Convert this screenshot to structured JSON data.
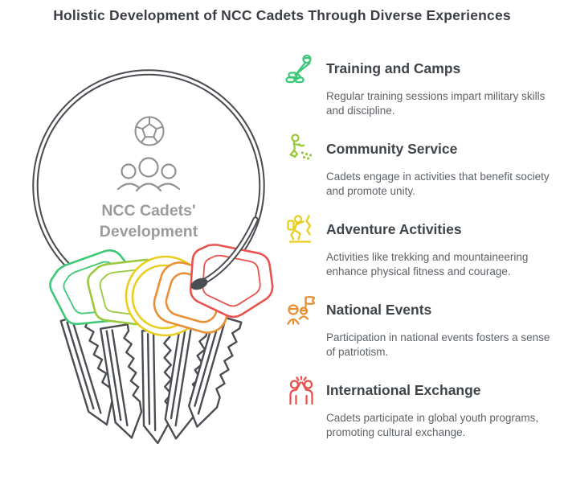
{
  "title": "Holistic Development of NCC Cadets Through Diverse Experiences",
  "ring": {
    "label_line1": "NCC Cadets'",
    "label_line2": "Development",
    "outline_color": "#4a4d52",
    "inner_icon_color": "#8f9194",
    "label_color": "#9b9b9b",
    "key_colors": {
      "green": "#3dc878",
      "lime": "#99c93c",
      "yellow": "#e9ce20",
      "orange": "#e98f35",
      "red": "#e9534f"
    }
  },
  "items": [
    {
      "title": "Training and Camps",
      "description": "Regular training sessions impart military skills and discipline.",
      "icon": "training-camps-icon",
      "color": "#3dc878"
    },
    {
      "title": "Community Service",
      "description": "Cadets engage in activities that benefit society and promote unity.",
      "icon": "community-service-icon",
      "color": "#99c93c"
    },
    {
      "title": "Adventure Activities",
      "description": "Activities like trekking and mountaineering enhance physical fitness and courage.",
      "icon": "adventure-activities-icon",
      "color": "#e9ce20"
    },
    {
      "title": "National Events",
      "description": "Participation in national events fosters a sense of patriotism.",
      "icon": "national-events-icon",
      "color": "#e98f35"
    },
    {
      "title": "International Exchange",
      "description": "Cadets participate in global youth programs, promoting cultural exchange.",
      "icon": "international-exchange-icon",
      "color": "#e9534f"
    }
  ]
}
